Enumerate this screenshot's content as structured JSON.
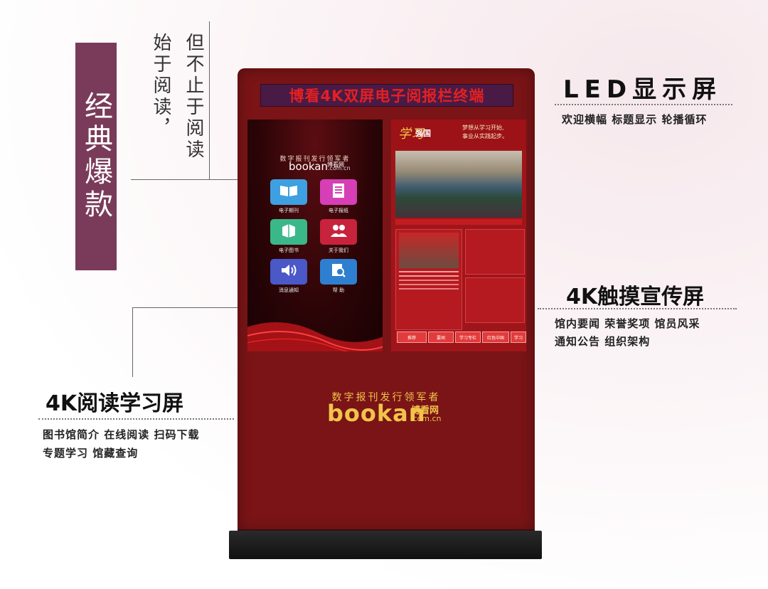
{
  "left_tag": "经典爆款",
  "tagline_col1": "始于阅读，",
  "tagline_col2": "但不止于阅读",
  "led_panel": {
    "title": "LED显示屏",
    "features": "欢迎横幅  标题显示  轮播循环",
    "marquee": "博看4K双屏电子阅报栏终端"
  },
  "touch_panel": {
    "title": "4K触摸宣传屏",
    "features_line1": "馆内要闻  荣誉奖项  馆员风采",
    "features_line2": "通知公告  组织架构"
  },
  "reading_panel": {
    "title": "4K阅读学习屏",
    "features_line1": "图书馆简介  在线阅读  扫码下载",
    "features_line2": "专题学习  馆藏查询"
  },
  "left_screen": {
    "subtitle": "数字报刊发行领军者",
    "logo": "bookan",
    "logo_suffix": "博看网",
    "logo_domain": ".com.cn",
    "apps": [
      {
        "label": "电子期刊",
        "icon": "book-icon",
        "color": "#3ea0e0"
      },
      {
        "label": "电子报纸",
        "icon": "newspaper-icon",
        "color": "#d63fb6"
      },
      {
        "label": "电子图书",
        "icon": "books-icon",
        "color": "#3bb88a"
      },
      {
        "label": "关于我们",
        "icon": "users-icon",
        "color": "#c8233c"
      },
      {
        "label": "消息通知",
        "icon": "speaker-icon",
        "color": "#4a58c8"
      },
      {
        "label": "帮  助",
        "icon": "search-doc-icon",
        "color": "#2f7fd0"
      }
    ]
  },
  "right_screen": {
    "logo_script": "学习",
    "logo_text": "强国",
    "slogan_line1": "梦想从学习开始,",
    "slogan_line2": "事业从实践起步。",
    "nav": [
      "推荐",
      "要闻",
      "学习专栏",
      "红色中国",
      "学习"
    ]
  },
  "kiosk_brand": {
    "subtitle": "数字报刊发行领军者",
    "logo": "bookan",
    "logo_cn": "博看网",
    "logo_domain": ".com.cn"
  }
}
